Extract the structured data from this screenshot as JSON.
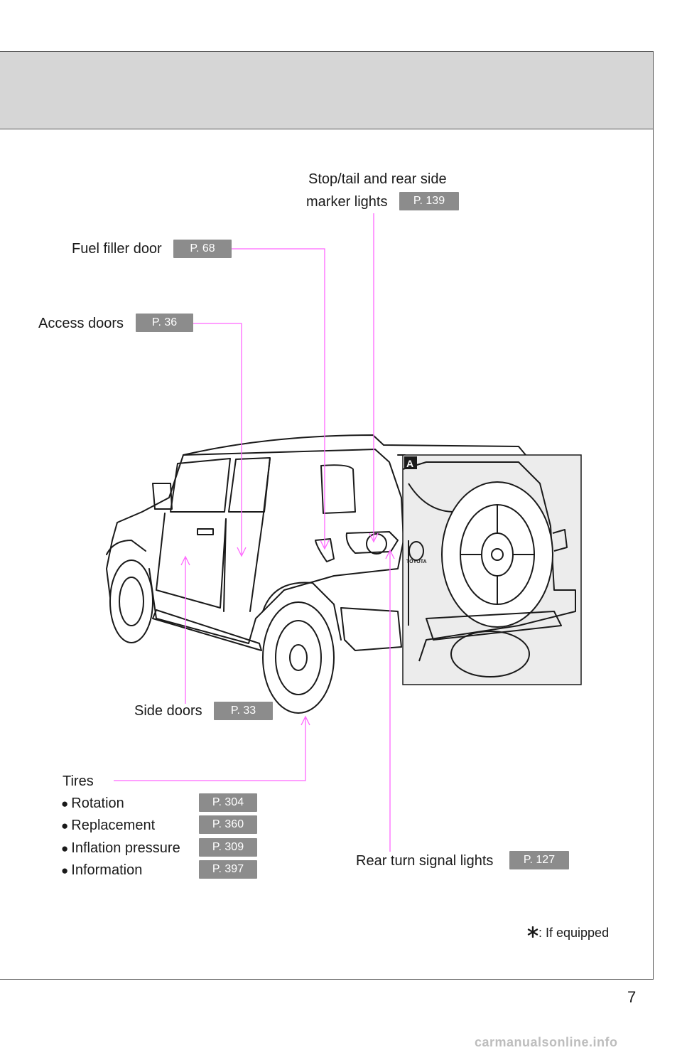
{
  "page_number": "7",
  "labels": {
    "stop_tail": {
      "line1": "Stop/tail and rear side",
      "line2": "marker lights",
      "ref": "P. 139"
    },
    "fuel_filler": {
      "text": "Fuel filler door",
      "ref": "P. 68"
    },
    "access_doors": {
      "text": "Access doors",
      "ref": "P. 36"
    },
    "side_doors": {
      "text": "Side doors",
      "ref": "P. 33"
    },
    "rear_turn": {
      "text": "Rear turn signal lights",
      "ref": "P. 127"
    }
  },
  "tires": {
    "title": "Tires",
    "items": [
      {
        "label": "Rotation",
        "ref": "P. 304"
      },
      {
        "label": "Replacement",
        "ref": "P. 360"
      },
      {
        "label": "Inflation pressure",
        "ref": "P. 309"
      },
      {
        "label": "Information",
        "ref": "P. 397"
      }
    ]
  },
  "inset_label": "A",
  "inset_brand": "TOYOTA",
  "footnote": ": If equipped",
  "watermark": "carmanualsonline.info",
  "colors": {
    "callout_line": "#ff66ff",
    "ref_badge": "#8c8c8c",
    "header_band": "#d6d6d6"
  }
}
